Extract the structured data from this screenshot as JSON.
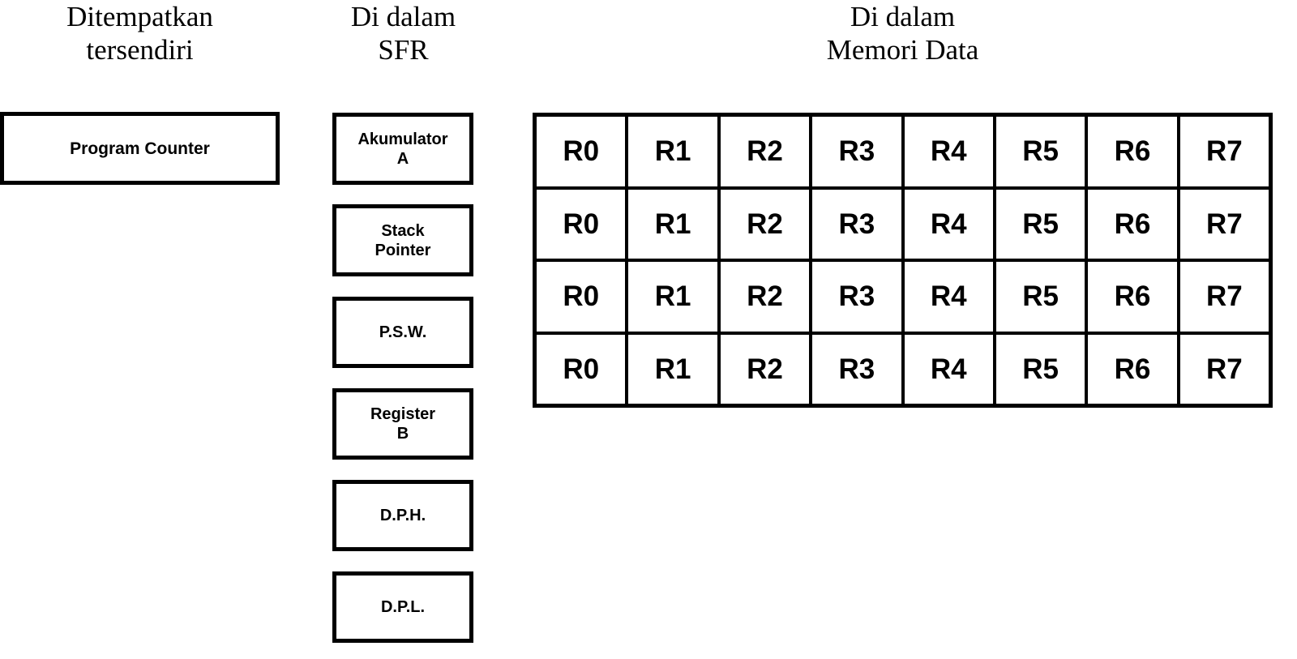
{
  "columns": {
    "standalone": {
      "heading": "Ditempatkan\ntersendiri",
      "boxes": [
        {
          "label": "Program Counter"
        }
      ]
    },
    "sfr": {
      "heading": "Di dalam\nSFR",
      "boxes": [
        {
          "label": "Akumulator\nA"
        },
        {
          "label": "Stack\nPointer"
        },
        {
          "label": "P.S.W."
        },
        {
          "label": "Register\nB"
        },
        {
          "label": "D.P.H."
        },
        {
          "label": "D.P.L."
        }
      ]
    },
    "memory": {
      "heading": "Di dalam\nMemori Data",
      "register_bank": {
        "rows": [
          [
            "R0",
            "R1",
            "R2",
            "R3",
            "R4",
            "R5",
            "R6",
            "R7"
          ],
          [
            "R0",
            "R1",
            "R2",
            "R3",
            "R4",
            "R5",
            "R6",
            "R7"
          ],
          [
            "R0",
            "R1",
            "R2",
            "R3",
            "R4",
            "R5",
            "R6",
            "R7"
          ],
          [
            "R0",
            "R1",
            "R2",
            "R3",
            "R4",
            "R5",
            "R6",
            "R7"
          ]
        ]
      }
    }
  },
  "colors": {
    "stroke": "#000000",
    "background": "#ffffff",
    "text": "#000000"
  }
}
